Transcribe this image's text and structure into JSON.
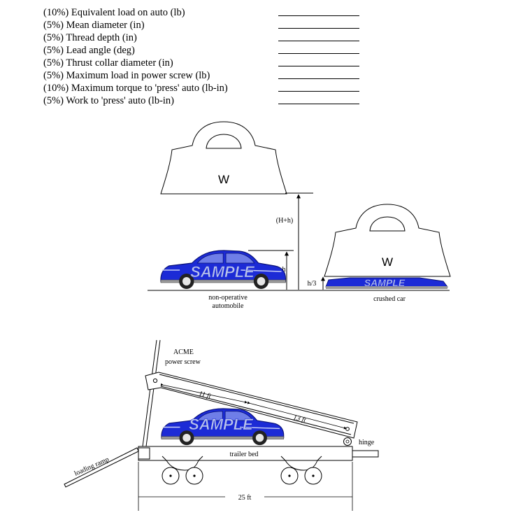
{
  "questions": [
    {
      "text": "(10%) Equivalent load on auto (lb)"
    },
    {
      "text": "(5%) Mean diameter (in)"
    },
    {
      "text": "(5%) Thread depth (in)"
    },
    {
      "text": "(5%) Lead angle (deg)"
    },
    {
      "text": "(5%) Thrust collar diameter (in)"
    },
    {
      "text": "(5%) Maximum load in power screw (lb)"
    },
    {
      "text": "(10%) Maximum torque to 'press' auto (lb-in)"
    },
    {
      "text": "(5%) Work to 'press' auto (lb-in)"
    }
  ],
  "upper_figure": {
    "weight_label": "W",
    "weight_label_2": "W",
    "height_label": "(H+h)",
    "h_label": "h",
    "h3_label": "h/3",
    "sample_text": "SAMPLE",
    "car_caption_line1": "non-operative",
    "car_caption_line2": "automobile",
    "crushed_caption": "crushed car"
  },
  "lower_figure": {
    "screw_label_line1": "ACME",
    "screw_label_line2": "power screw",
    "dim_11": "11 ft",
    "dim_13": "13 ft",
    "hinge_label": "hinge",
    "trailer_label": "trailer bed",
    "ramp_label": "loading ramp",
    "length_label": "25 ft",
    "sample_text": "SAMPLE"
  },
  "colors": {
    "car_body": "#1c2bd6",
    "car_dark": "#0a1275",
    "sample_text": "#b9c3ea",
    "line": "#000000"
  }
}
